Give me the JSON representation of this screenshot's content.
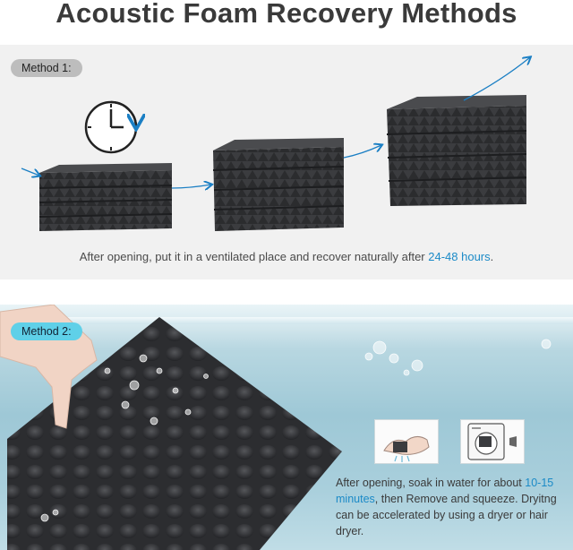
{
  "title": "Acoustic Foam Recovery Methods",
  "method1": {
    "badge": "Method 1:",
    "caption_before": "After opening, put it in a ventilated place and recover naturally after ",
    "caption_highlight": "24-48 hours",
    "caption_after": ".",
    "icons": [
      "clock-icon",
      "arrow-icon"
    ]
  },
  "method2": {
    "badge": "Method 2:",
    "caption_before": "After opening, soak in water for about ",
    "caption_highlight": "10-15 minutes",
    "caption_after": ", then Remove and squeeze. Dryitng can be accelerated by using a dryer or hair dryer.",
    "icons": [
      "hand-squeeze-icon",
      "dryer-icon"
    ]
  },
  "colors": {
    "highlight": "#1b8ac7",
    "arrow": "#1b7fc4",
    "foam": "#3b3c3f",
    "badge1": "#bdbdbd",
    "badge2": "#5fd0e8"
  }
}
